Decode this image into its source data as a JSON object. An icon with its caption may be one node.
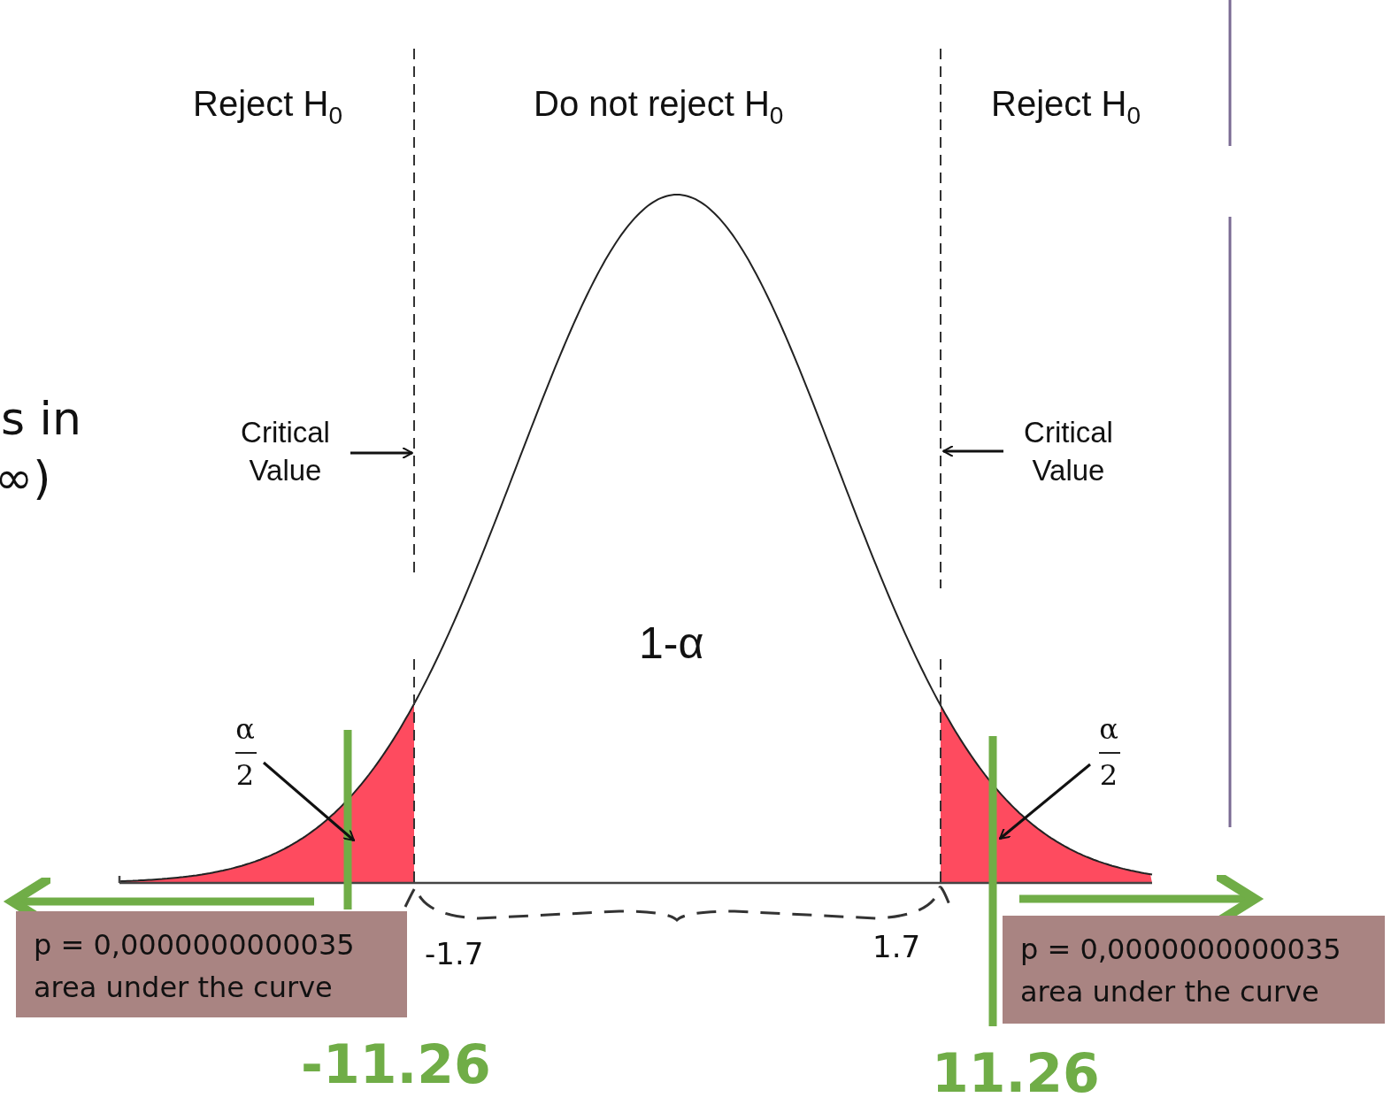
{
  "diagram": {
    "nodes": [
      {
        "text": [
          "Critical Value"
        ]
      },
      {
        "text": [
          "Critical Value"
        ]
      },
      {
        "text": [
          "α",
          "2"
        ]
      },
      {
        "text": [
          "α",
          "2"
        ]
      },
      {
        "text": [
          "p = 0,0000000000035",
          "area under the curve"
        ]
      },
      {
        "text": [
          "p = 0,0000000000035",
          "area under the curve"
        ]
      }
    ],
    "edges": [
      {
        "from": 0,
        "to": null,
        "arrow": "to"
      },
      {
        "from": 1,
        "to": null,
        "arrow": "to"
      },
      {
        "from": 2,
        "to": null,
        "arrow": "to"
      },
      {
        "from": 3,
        "to": null,
        "arrow": "to"
      }
    ],
    "labels": [
      "s in",
      "∞)",
      "Reject H$_{0}$",
      "Do not reject H$_{0}$",
      "Reject H$_{0}$",
      "1-α",
      "-1.7",
      "1.7",
      "-11.26",
      "11.26"
    ]
  }
}
